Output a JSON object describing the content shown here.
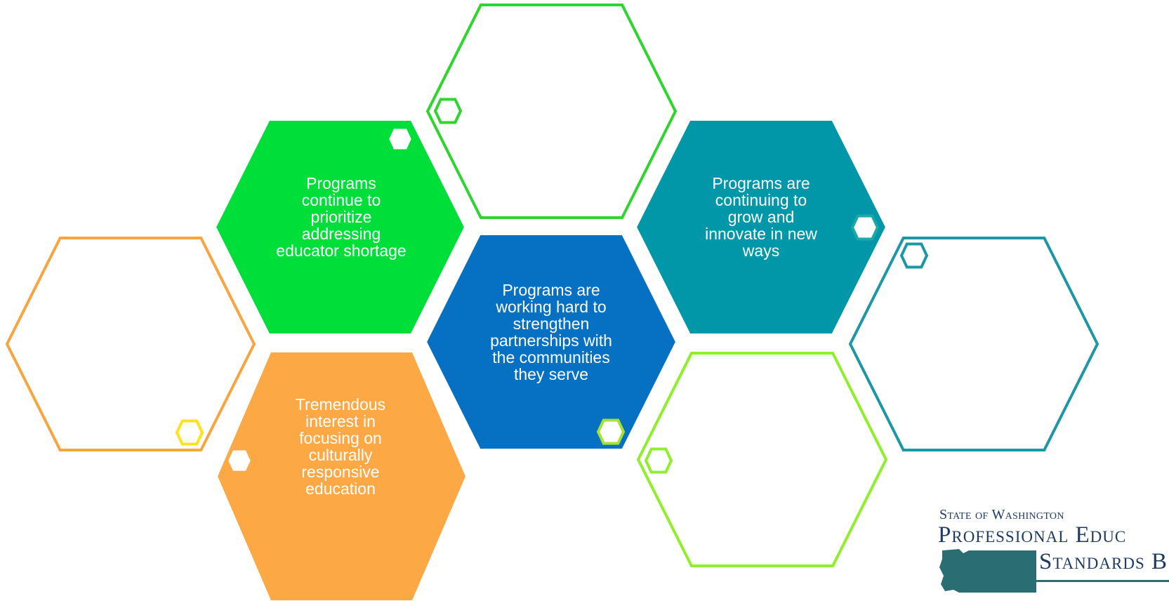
{
  "diagram": {
    "hexagons": [
      {
        "id": "top-outline",
        "style": "outline",
        "color": "#2fd42f",
        "text": ""
      },
      {
        "id": "left-green",
        "style": "filled",
        "color": "#00de3a",
        "text": "Programs\ncontinue to\nprioritize\naddressing\neducator shortage"
      },
      {
        "id": "right-teal",
        "style": "filled",
        "color": "#0097a8",
        "text": "Programs are\ncontinuing to\ngrow and\ninnovate in new\nways"
      },
      {
        "id": "left-outline-orange",
        "style": "outline",
        "color": "#f7a541",
        "text": ""
      },
      {
        "id": "center-blue",
        "style": "filled",
        "color": "#0670c2",
        "text": "Programs are\nworking hard to\nstrengthen\npartnerships with\nthe communities\nthey serve"
      },
      {
        "id": "far-right-outline-teal",
        "style": "outline",
        "color": "#1e97a4",
        "text": ""
      },
      {
        "id": "bottom-orange",
        "style": "filled",
        "color": "#fba845",
        "text": "Tremendous\ninterest in\nfocusing on\nculturally\nresponsive\neducation"
      },
      {
        "id": "bottom-outline-lime",
        "style": "outline",
        "color": "#8fef2c",
        "text": ""
      }
    ],
    "small_hexagons": [
      {
        "id": "small-top",
        "color": "#2fd42f",
        "fill": "#ffffff"
      },
      {
        "id": "small-green",
        "color": "#00de3a",
        "fill": "#ffffff"
      },
      {
        "id": "small-teal",
        "color": "#1aa9a8",
        "fill": "#ffffff"
      },
      {
        "id": "small-far-right",
        "color": "#1e97a4",
        "fill": "#ffffff"
      },
      {
        "id": "small-orange-outline",
        "color": "#ffe21a",
        "fill": "#ffffff"
      },
      {
        "id": "small-blue",
        "color": "#a6e22f",
        "fill": "#ffffff"
      },
      {
        "id": "small-orange",
        "color": "#fba845",
        "fill": "#ffffff"
      },
      {
        "id": "small-lime",
        "color": "#8fef2c",
        "fill": "#ffffff"
      }
    ]
  },
  "logo": {
    "line1": "State of Washington",
    "line2": "Professional Educ",
    "line3": "Standards B",
    "map_color": "#2a6e73",
    "text_color": "#1f3b63"
  }
}
